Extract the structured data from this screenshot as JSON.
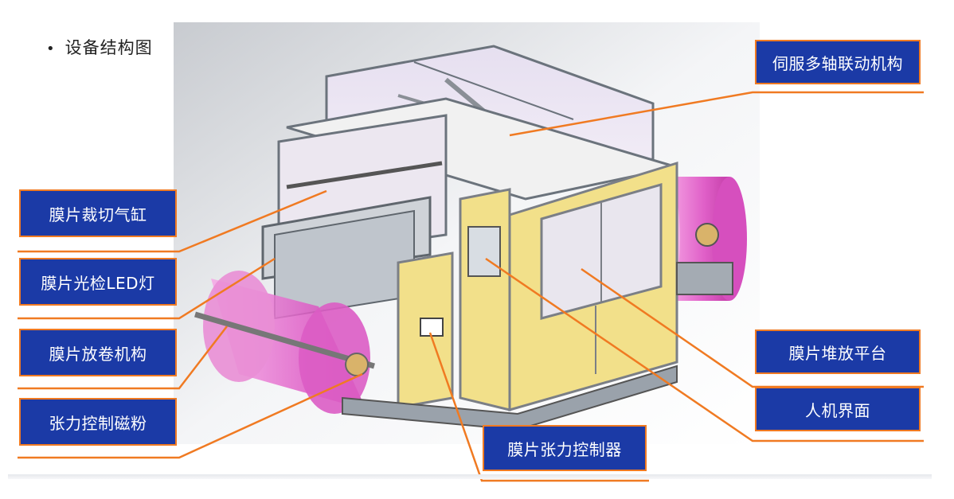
{
  "title": "设备结构图",
  "bullet_glyph": "•",
  "labels": {
    "servo": "伺服多轴联动机构",
    "cutting_cylinder": "膜片裁切气缸",
    "led_inspection": "膜片光检LED灯",
    "unwind": "膜片放卷机构",
    "magnetic_powder": "张力控制磁粉",
    "stacking_platform": "膜片堆放平台",
    "hmi": "人机界面",
    "tension_controller": "膜片张力控制器"
  },
  "colors": {
    "label_fill": "#1b3aa6",
    "label_border": "#f07a22",
    "leader_line": "#f07a22",
    "frame_yellow": "#f2e08a",
    "film_pink": "#e060c8",
    "aluminum": "#9aa2ab"
  }
}
